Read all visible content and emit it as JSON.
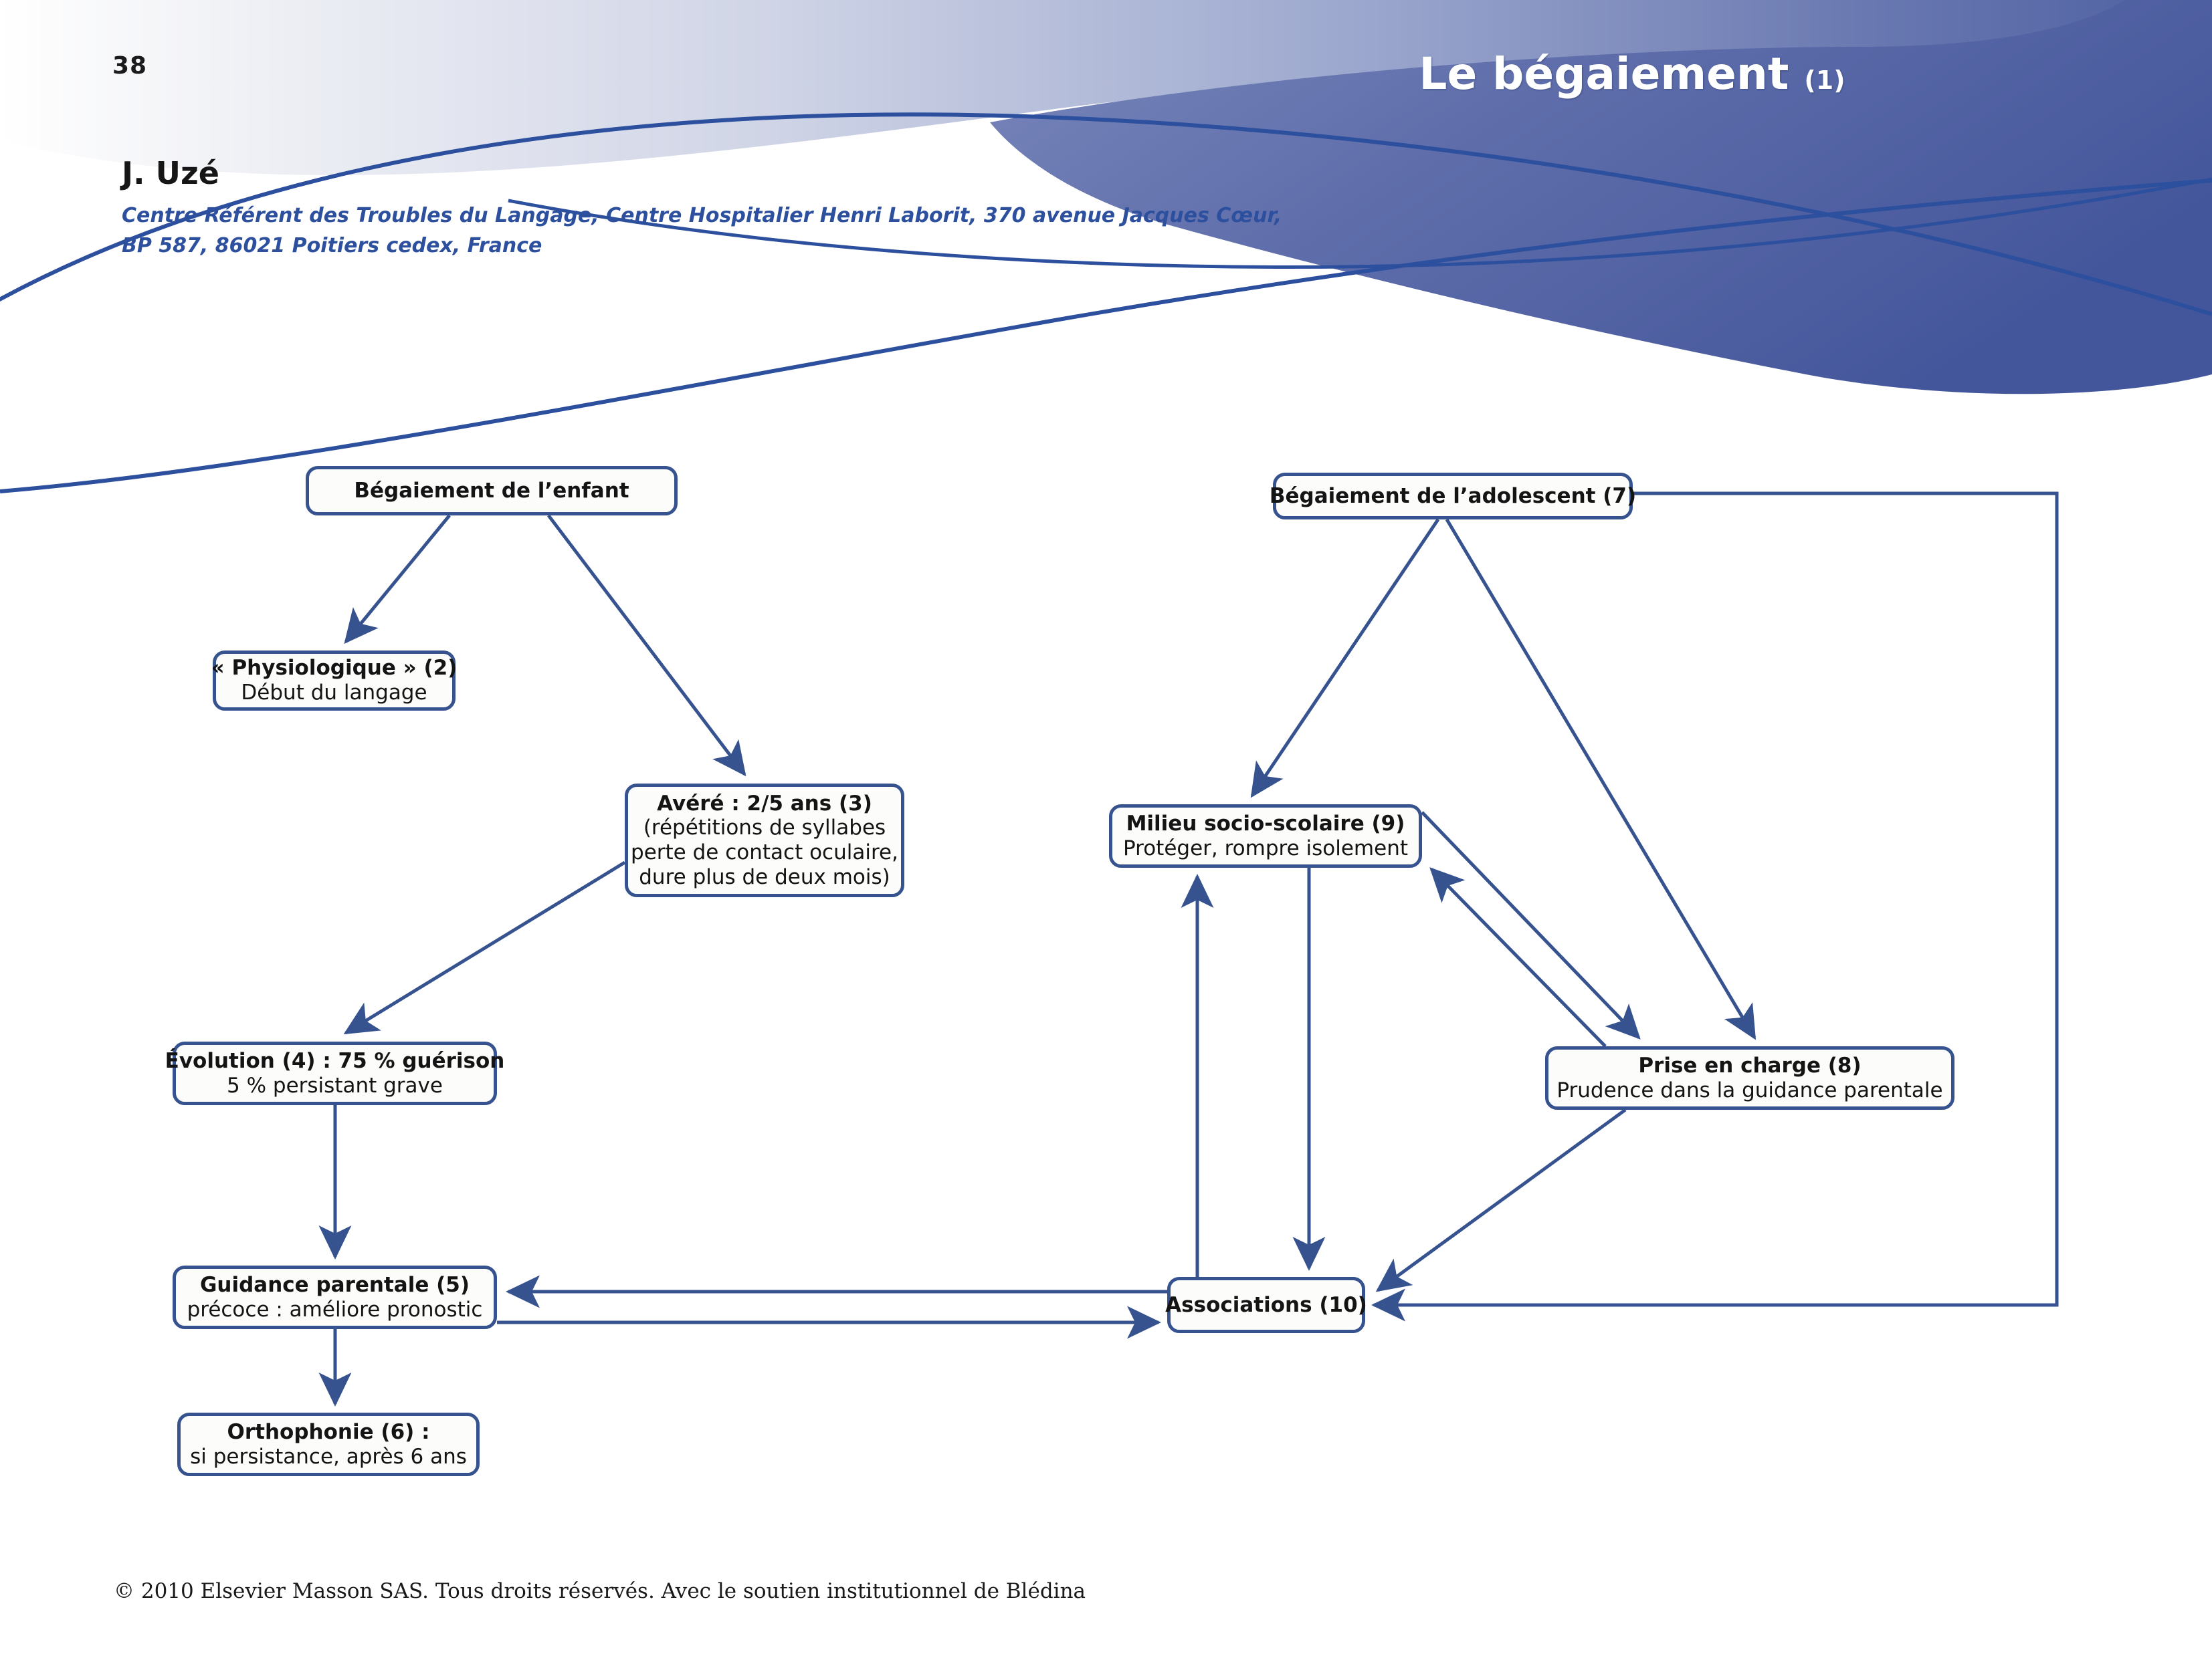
{
  "header": {
    "page_number": "38",
    "title": "Le bégaiement",
    "title_suffix": "(1)",
    "brand_color": "#4f62a3",
    "accent_color": "#2c4f9e"
  },
  "author": {
    "name": "J. Uzé",
    "affiliation_line1": "Centre Référent des Troubles du Langage, Centre Hospitalier Henri Laborit, 370 avenue Jacques Cœur,",
    "affiliation_line2": "BP 587, 86021 Poitiers cedex, France"
  },
  "footer": {
    "copyright": "© 2010 Elsevier Masson SAS. Tous droits réservés. Avec le soutien institutionnel de Blédina"
  },
  "chart_data": {
    "type": "diagram",
    "title": "Le bégaiement (1)",
    "node_border_color": "#36538f",
    "edge_color": "#36538f",
    "nodes": [
      {
        "id": "n1",
        "number": "",
        "lines": [
          "Bégaiement de l’enfant"
        ]
      },
      {
        "id": "n2",
        "number": "(2)",
        "lines": [
          "« Physiologique » (2)",
          "Début du langage"
        ]
      },
      {
        "id": "n3",
        "number": "(3)",
        "lines": [
          "Avéré : 2/5 ans (3)",
          "(répétitions de syllabes",
          "perte de contact oculaire,",
          "dure plus de deux mois)"
        ]
      },
      {
        "id": "n4",
        "number": "(4)",
        "lines": [
          "Évolution (4) : 75 % guérison",
          "5 % persistant grave"
        ]
      },
      {
        "id": "n5",
        "number": "(5)",
        "lines": [
          "Guidance parentale (5)",
          "précoce : améliore pronostic"
        ]
      },
      {
        "id": "n6",
        "number": "(6)",
        "lines": [
          "Orthophonie (6) :",
          "si persistance, après 6 ans"
        ]
      },
      {
        "id": "n7",
        "number": "(7)",
        "lines": [
          "Bégaiement de l’adolescent (7)"
        ]
      },
      {
        "id": "n8",
        "number": "(8)",
        "lines": [
          "Prise en charge (8)",
          "Prudence dans la guidance parentale"
        ]
      },
      {
        "id": "n9",
        "number": "(9)",
        "lines": [
          "Milieu socio-scolaire (9)",
          "Protéger, rompre isolement"
        ]
      },
      {
        "id": "n10",
        "number": "(10)",
        "lines": [
          "Associations (10)"
        ]
      }
    ],
    "edges": [
      {
        "from": "n1",
        "to": "n2",
        "style": "arrow"
      },
      {
        "from": "n1",
        "to": "n3",
        "style": "arrow"
      },
      {
        "from": "n3",
        "to": "n4",
        "style": "arrow"
      },
      {
        "from": "n4",
        "to": "n5",
        "style": "arrow"
      },
      {
        "from": "n5",
        "to": "n6",
        "style": "arrow"
      },
      {
        "from": "n5",
        "to": "n10",
        "style": "arrow"
      },
      {
        "from": "n10",
        "to": "n5",
        "style": "arrow"
      },
      {
        "from": "n7",
        "to": "n9",
        "style": "arrow"
      },
      {
        "from": "n7",
        "to": "n8",
        "style": "arrow"
      },
      {
        "from": "n7",
        "to": "n10",
        "style": "arrow-orthogonal"
      },
      {
        "from": "n9",
        "to": "n8",
        "style": "arrow"
      },
      {
        "from": "n8",
        "to": "n9",
        "style": "arrow"
      },
      {
        "from": "n9",
        "to": "n10",
        "style": "arrow"
      },
      {
        "from": "n10",
        "to": "n9",
        "style": "arrow"
      },
      {
        "from": "n10",
        "to": "n8",
        "style": "arrow"
      }
    ]
  }
}
